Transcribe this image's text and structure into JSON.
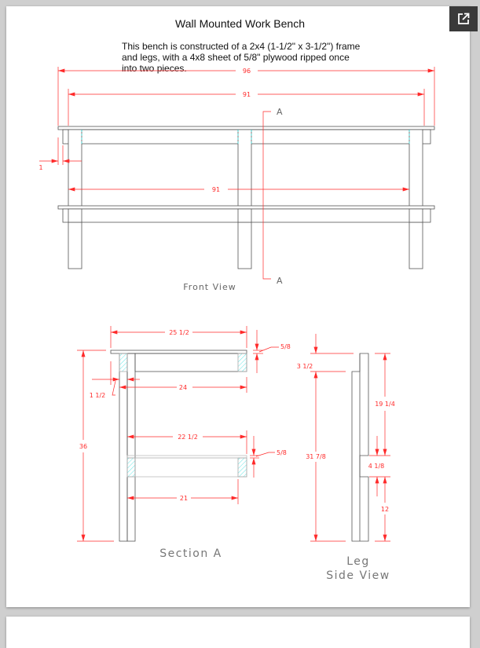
{
  "document": {
    "title": "Wall Mounted Work Bench",
    "description": "This bench is constructed of a 2x4 (1-1/2\" x 3-1/2\") frame and legs, with a 4x8 sheet of 5/8\" plywood ripped once into two pieces."
  },
  "toolbar": {
    "popout_icon": "open-in-new-icon"
  },
  "front_view": {
    "label": "Front View",
    "dim_overall": "96",
    "dim_inner_top": "91",
    "dim_inner_shelf": "91",
    "dim_overhang": "1",
    "section_mark_top": "A",
    "section_mark_bottom": "A"
  },
  "section_a": {
    "label": "Section A",
    "dim_top_depth": "25 1/2",
    "dim_top_thickness": "5/8",
    "dim_leg_offset": "1 1/2",
    "dim_apron": "24",
    "dim_height": "36",
    "dim_shelf_depth": "22 1/2",
    "dim_shelf_thickness": "5/8",
    "dim_shelf_apron": "21"
  },
  "leg_side_view": {
    "label_line1": "Leg",
    "label_line2": "Side View",
    "dim_top_notch": "3 1/2",
    "dim_long": "31 7/8",
    "dim_upper": "19 1/4",
    "dim_notch": "4 1/8",
    "dim_lower": "12"
  },
  "colors": {
    "dimension": "#ff2a2a",
    "outline": "#555555",
    "hatch": "#40e0e0"
  }
}
